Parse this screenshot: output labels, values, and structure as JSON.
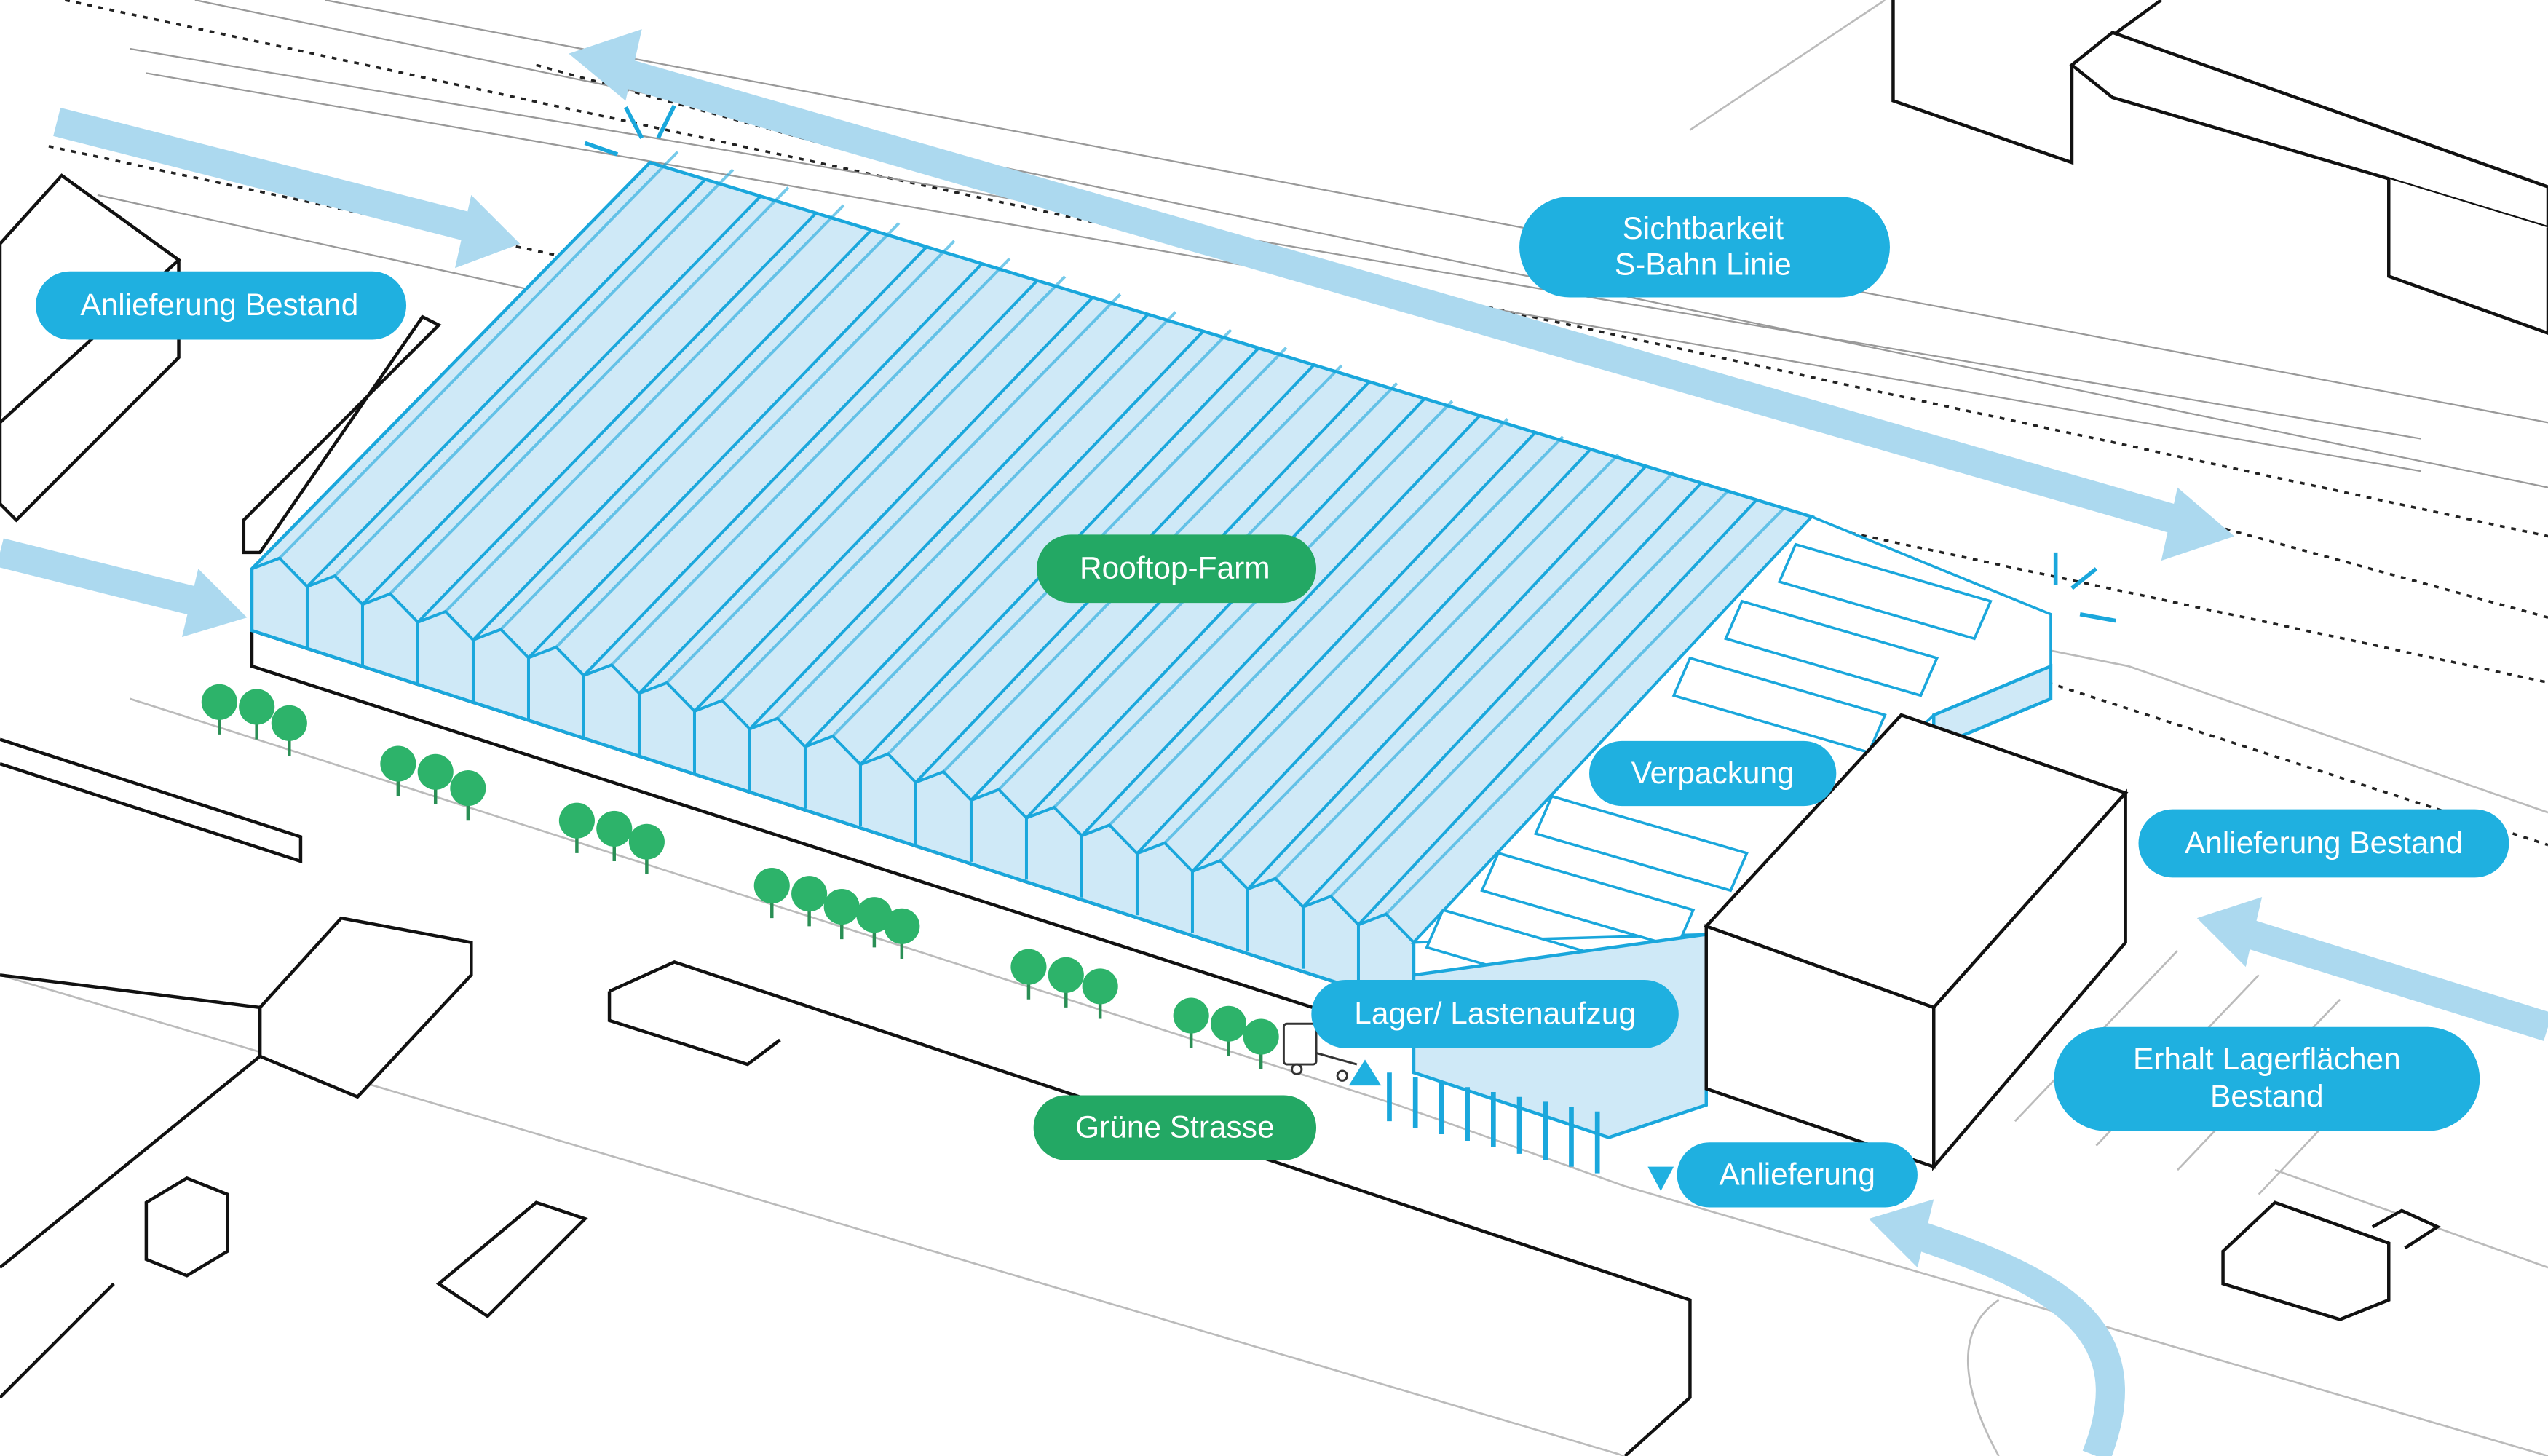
{
  "colors": {
    "label_blue": "#1fb0e0",
    "label_green": "#23a864",
    "structure_blue": "#1aa7dc",
    "flow_arrow": "#acd9ef",
    "tree_green": "#2db36a"
  },
  "labels": {
    "anlieferung_bestand_left": "Anlieferung Bestand",
    "sichtbarkeit_line1": "Sichtbarkeit",
    "sichtbarkeit_line2": "S-Bahn Linie",
    "rooftop_farm": "Rooftop-Farm",
    "verpackung": "Verpackung",
    "anlieferung_bestand_right": "Anlieferung Bestand",
    "lager_lastenaufzug": "Lager/ Lastenaufzug",
    "gruene_strasse": "Grüne Strasse",
    "anlieferung": "Anlieferung",
    "erhalt_line1": "Erhalt Lagerflächen",
    "erhalt_line2": "Bestand"
  }
}
